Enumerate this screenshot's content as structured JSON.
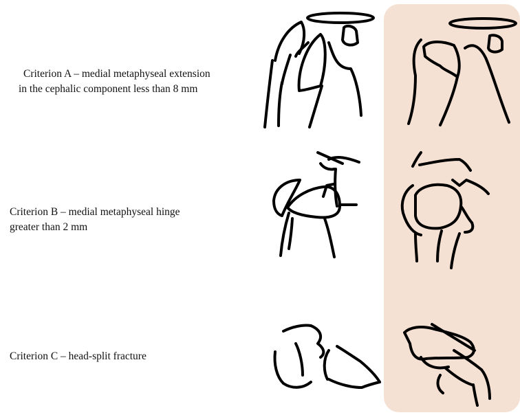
{
  "colors": {
    "highlight_panel": "#f5e1d3",
    "stroke": "#000000"
  },
  "criteria": [
    {
      "lines": [
        "Criterion A – medial metaphyseal extension",
        "in the cephalic component less than 8 mm"
      ]
    },
    {
      "lines": [
        "Criterion B – medial metaphyseal hinge",
        "greater than 2 mm"
      ]
    },
    {
      "lines": [
        "Criterion C – head-split fracture"
      ]
    }
  ]
}
